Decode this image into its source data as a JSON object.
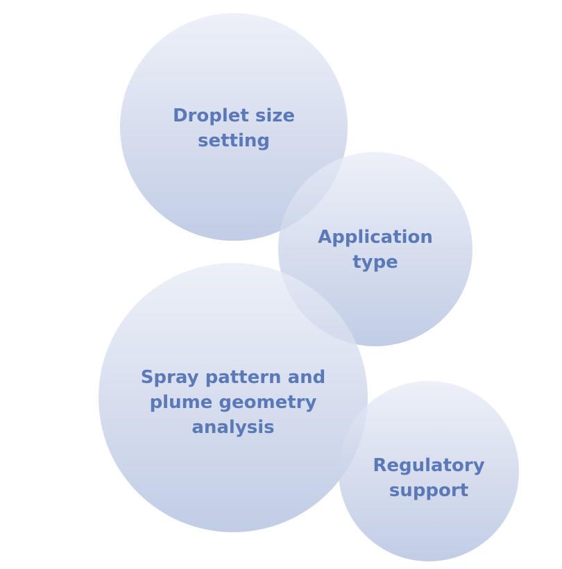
{
  "bubbles": {
    "droplet": {
      "label": "Droplet size\nsetting"
    },
    "application": {
      "label": "Application\ntype"
    },
    "spray": {
      "label": "Spray pattern and\nplume geometry\nanalysis"
    },
    "regulatory": {
      "label": "Regulatory\nsupport"
    }
  },
  "colors": {
    "text": "#5b78b7",
    "bubble_top": "#e8ecf6",
    "bubble_bottom": "#b0bede",
    "background": "#ffffff"
  }
}
